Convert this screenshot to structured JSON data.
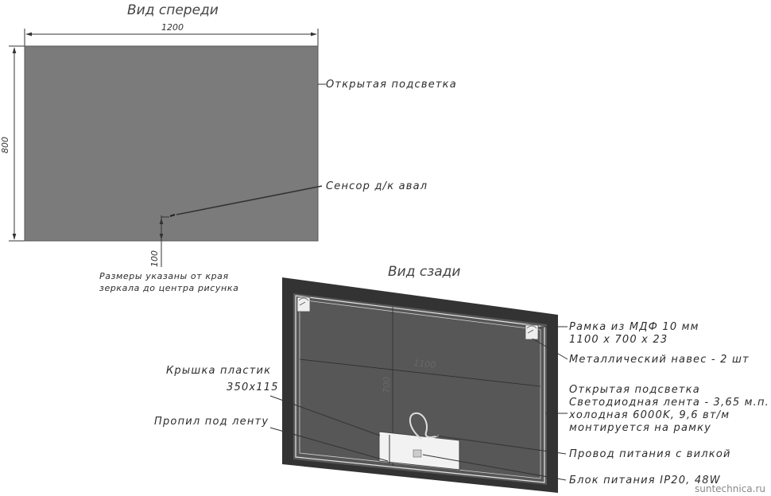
{
  "front_view": {
    "title": "Вид спереди",
    "width_label": "1200",
    "height_label": "800",
    "offset_label": "100",
    "open_light_label": "Открытая подсветка",
    "sensor_label": "Сенсор д/к авал",
    "note_lines": [
      "Размеры указаны от края",
      "зеркала до центра рисунка"
    ]
  },
  "back_view": {
    "title": "Вид сзади",
    "inner_width_label": "1100",
    "inner_height_label": "700",
    "frame_label_lines": [
      "Рамка из МДФ 10 мм",
      "1100 х 700 х 23"
    ],
    "hanger_label": "Металлический навес - 2 шт",
    "strip_label_lines": [
      "Открытая подсветка",
      "Светодиодная лента - 3,65 м.п.",
      "холодная 6000K, 9,6 вт/м",
      "монтируется на рамку"
    ],
    "cover_label_lines": [
      "Крышка пластик",
      "350х115"
    ],
    "cut_label": "Пропил под ленту",
    "cable_label": "Провод питания с вилкой",
    "psu_label": "Блок питания IP20, 48W"
  },
  "watermark": "suntechnica.ru",
  "colors": {
    "mirror_fill": "#7b7b7b",
    "back_frame_fill": "#333333",
    "back_inner_fill": "#575757",
    "line": "#333333"
  }
}
